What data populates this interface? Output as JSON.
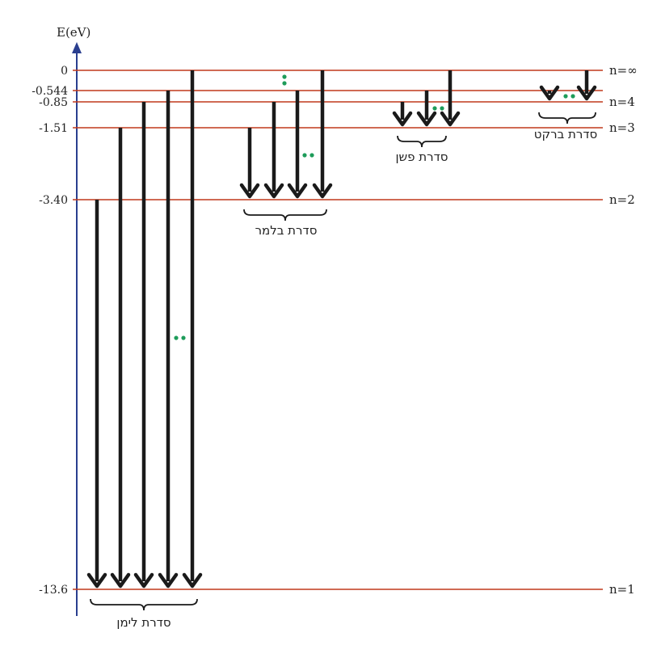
{
  "diagram": {
    "axis_title": "E(eV)",
    "axis_color": "#2a3f8f",
    "level_color": "#c0391b",
    "arrow_color": "#1a1a1a",
    "dots_color": "#1e9c5a",
    "levels": [
      {
        "id": "inf",
        "energy": "0",
        "label": "n=∞"
      },
      {
        "id": "n5",
        "energy": "-0.544",
        "label": ""
      },
      {
        "id": "n4",
        "energy": "-0.85",
        "label": "n=4"
      },
      {
        "id": "n3",
        "energy": "-1.51",
        "label": "n=3"
      },
      {
        "id": "n2",
        "energy": "-3.40",
        "label": "n=2"
      },
      {
        "id": "n1",
        "energy": "-13.6",
        "label": "n=1"
      }
    ],
    "series": [
      {
        "id": "lyman",
        "name": "סדרת לימן",
        "from": [
          "n2",
          "n3",
          "n4",
          "n5",
          "inf"
        ],
        "to": "n1"
      },
      {
        "id": "balmer",
        "name": "סדרת בלמר",
        "from": [
          "n3",
          "n4",
          "n5",
          "inf"
        ],
        "to": "n2"
      },
      {
        "id": "paschen",
        "name": "סדרת פשן",
        "from": [
          "n4",
          "n5",
          "inf"
        ],
        "to": "n3"
      },
      {
        "id": "brackett",
        "name": "סדרת ברקט",
        "from": [
          "n5",
          "inf"
        ],
        "to": "n4"
      }
    ]
  }
}
